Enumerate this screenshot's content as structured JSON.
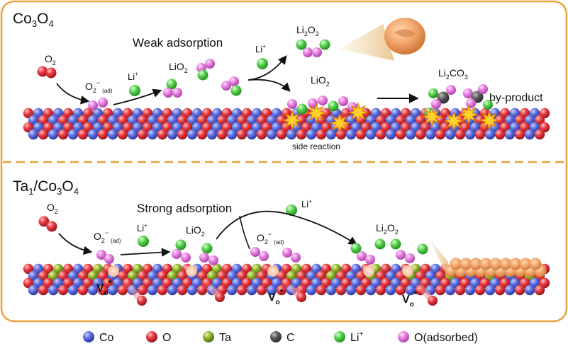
{
  "colors": {
    "frame": "#e9a23b",
    "co": "#5d6fe0",
    "o": "#e8383f",
    "ta": "#8fb52c",
    "c": "#5a5a5a",
    "li": "#55d04c",
    "o_adsorbed": "#e77fe0",
    "star": "#ffd22a",
    "particle": "#f2a56a"
  },
  "top_panel": {
    "title_main": "Co",
    "title_sub1": "3",
    "title_mid": "O",
    "title_sub2": "4",
    "weak_adsorption": "Weak adsorption",
    "o2_main": "O",
    "o2_sub": "2",
    "superoxide_main": "O",
    "superoxide_sub": "2",
    "superoxide_sup": "−",
    "superoxide_ad": "(ad)",
    "li_main": "Li",
    "li_sup": "+",
    "lio2_main": "LiO",
    "lio2_sub": "2",
    "li2o2_a": "Li",
    "li2o2_b": "2",
    "li2o2_c": "O",
    "li2o2_d": "2",
    "li2co3_a": "Li",
    "li2co3_b": "2",
    "li2co3_c": "CO",
    "li2co3_d": "3",
    "by_product": "by-product",
    "side_reaction": "side reaction"
  },
  "bottom_panel": {
    "title_a": "Ta",
    "title_b": "1",
    "title_c": "/Co",
    "title_d": "3",
    "title_e": "O",
    "title_f": "4",
    "strong_adsorption": "Strong adsorption",
    "o2_main": "O",
    "o2_sub": "2",
    "superoxide_main": "O",
    "superoxide_sub": "2",
    "superoxide_sup": "−",
    "superoxide_ad": "(ad)",
    "li_main": "Li",
    "li_sup": "+",
    "lio2_main": "LiO",
    "lio2_sub": "2",
    "li2o2_a": "Li",
    "li2o2_b": "2",
    "li2o2_c": "O",
    "li2o2_d": "2",
    "vo_main": "V",
    "vo_sub": "o",
    "vo_sup": "*"
  },
  "legend": {
    "items": [
      {
        "label": "Co",
        "color": "#5d6fe0"
      },
      {
        "label": "O",
        "color": "#e8383f"
      },
      {
        "label": "Ta",
        "color": "#8fb52c"
      },
      {
        "label": "C",
        "color": "#5a5a5a"
      },
      {
        "label": "Li",
        "sup": "+",
        "color": "#55d04c"
      },
      {
        "label": "O(adsorbed)",
        "color": "#e77fe0"
      }
    ]
  }
}
